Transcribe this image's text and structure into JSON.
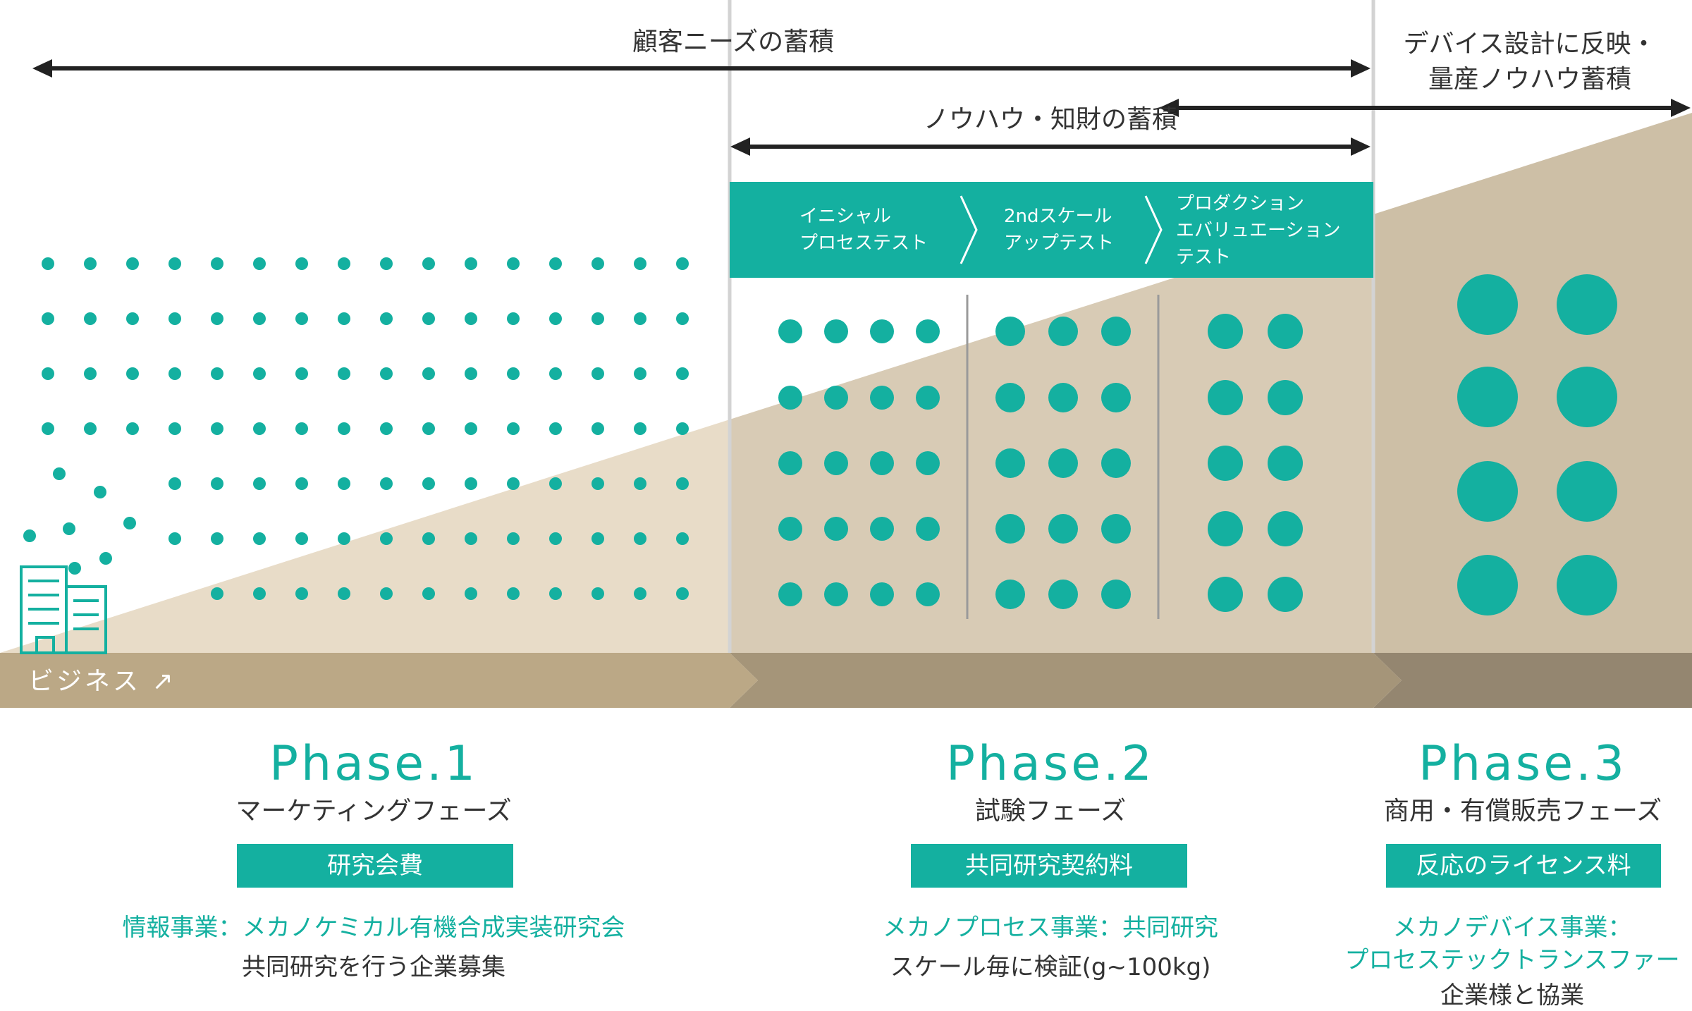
{
  "colors": {
    "teal": "#14b0a0",
    "beige_light": "#e8dcc8",
    "beige_mid": "#d8cbb5",
    "beige_dark": "#cdbfa6",
    "band1": "#bba886",
    "band2": "#a59579",
    "band3": "#948670",
    "arrow": "#222222",
    "divider": "#d3d3d3"
  },
  "arrows": {
    "needs": "顧客ニーズの蓄積",
    "knowhow": "ノウハウ・知財の蓄積",
    "device_line1": "デバイス設計に反映・",
    "device_line2": "量産ノウハウ蓄積"
  },
  "steps": [
    {
      "line1": "イニシャル",
      "line2": "プロセステスト",
      "line3": ""
    },
    {
      "line1": "2ndスケール",
      "line2": "アップテスト",
      "line3": ""
    },
    {
      "line1": "プロダクション",
      "line2": "エバリュエーション",
      "line3": "テスト"
    }
  ],
  "business_label": "ビジネス ↗",
  "phases": [
    {
      "title": "Phase.1",
      "name": "マーケティングフェーズ",
      "badge": "研究会費",
      "desc_teal": "情報事業：メカノケミカル有機合成実装研究会",
      "desc_teal2": "",
      "desc_dark": "共同研究を行う企業募集"
    },
    {
      "title": "Phase.2",
      "name": "試験フェーズ",
      "badge": "共同研究契約料",
      "desc_teal": "メカノプロセス事業：共同研究",
      "desc_teal2": "",
      "desc_dark": "スケール毎に検証(g~100kg)"
    },
    {
      "title": "Phase.3",
      "name": "商用・有償販売フェーズ",
      "badge": "反応のライセンス料",
      "desc_teal": "メカノデバイス事業：",
      "desc_teal2": "プロセステックトランスファー",
      "desc_dark": "企業様と協業"
    }
  ]
}
